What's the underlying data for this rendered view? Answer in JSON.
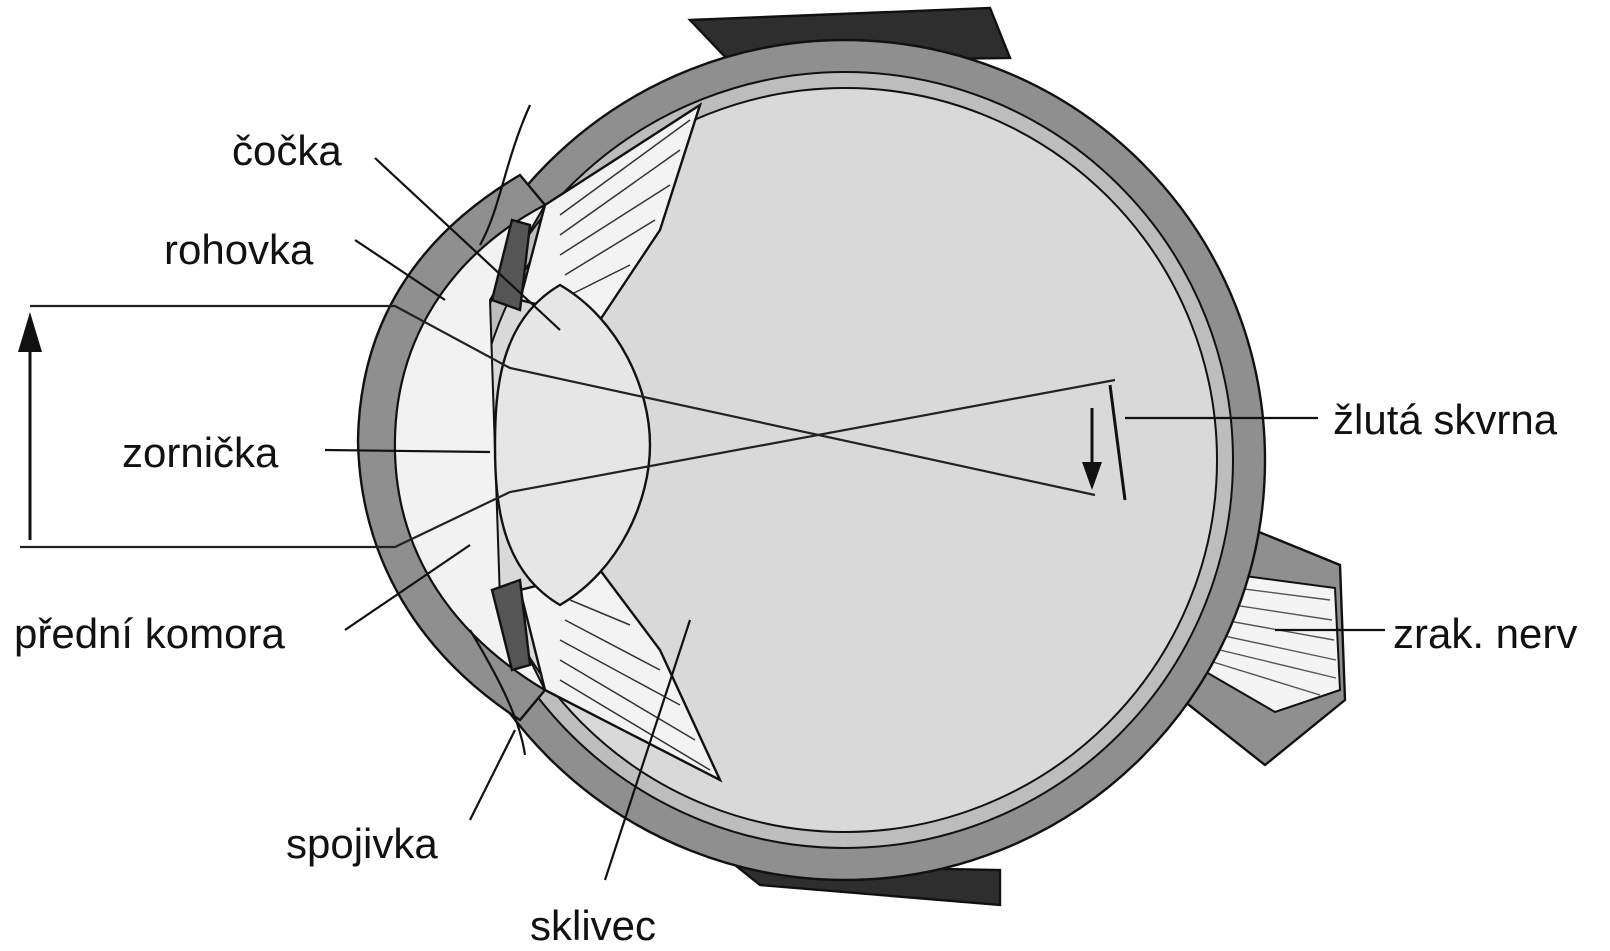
{
  "labels": {
    "cocka": "čočka",
    "rohovka": "rohovka",
    "zornicka": "zornička",
    "predni_komora": "přední komora",
    "spojivka": "spojivka",
    "sklivec": "sklivec",
    "zluta_skvrna": "žlutá skvrna",
    "zrak_nerv": "zrak. nerv"
  },
  "colors": {
    "sclera": "#8f8f8f",
    "vitreous": "#d9d9d9",
    "lens": "#e6e6e6",
    "anterior_chamber": "#f2f2f2",
    "muscle": "#2e2e2e",
    "ink": "#111111"
  }
}
